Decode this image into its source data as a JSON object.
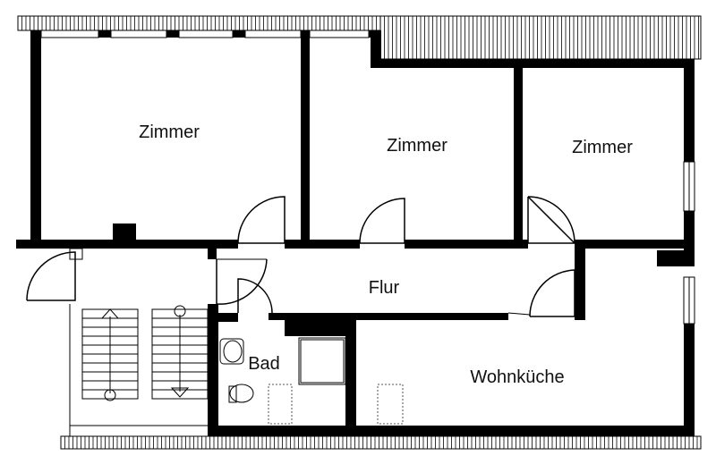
{
  "rooms": {
    "zimmer_1": "Zimmer",
    "zimmer_2": "Zimmer",
    "zimmer_3": "Zimmer",
    "flur": "Flur",
    "bad": "Bad",
    "wohnkueche": "Wohnküche"
  },
  "colors": {
    "wall": "#000000",
    "background": "#ffffff"
  }
}
